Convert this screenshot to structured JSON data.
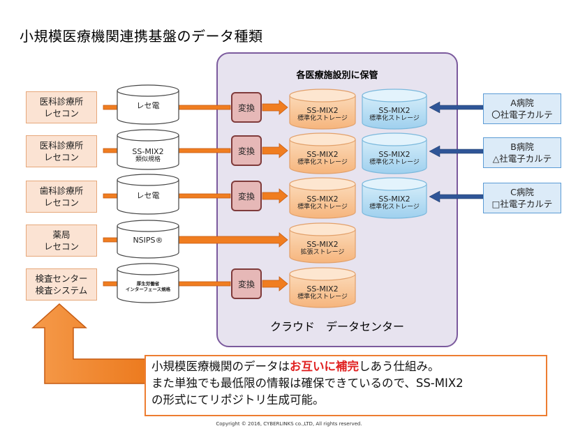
{
  "title": "小規模医療機関連携基盤のデータ種類",
  "cloud": {
    "header": "各医療施設別に保管",
    "footer": "クラウド　データセンター"
  },
  "sources": [
    {
      "line1": "医科診療所",
      "line2": "レセコン"
    },
    {
      "line1": "医科診療所",
      "line2": "レセコン"
    },
    {
      "line1": "歯科診療所",
      "line2": "レセコン"
    },
    {
      "line1": "薬局",
      "line2": "レセコン"
    },
    {
      "line1": "検査センター",
      "line2": "検査システム"
    }
  ],
  "formats": [
    {
      "line1": "レセ電",
      "line2": ""
    },
    {
      "line1": "SS-MIX2",
      "line2": "類似規格"
    },
    {
      "line1": "レセ電",
      "line2": ""
    },
    {
      "line1": "NSIPS®",
      "line2": ""
    },
    {
      "line1": "厚生労働省",
      "line2": "インターフェース規格"
    }
  ],
  "convert_label": "変換",
  "storages": [
    {
      "line1": "SS-MIX2",
      "line2": "標準化ストレージ"
    },
    {
      "line1": "SS-MIX2",
      "line2": "標準化ストレージ"
    },
    {
      "line1": "SS-MIX2",
      "line2": "標準化ストレージ"
    },
    {
      "line1": "SS-MIX2",
      "line2": "拡張ストレージ"
    },
    {
      "line1": "SS-MIX2",
      "line2": "標準化ストレージ"
    }
  ],
  "hospital_storages": [
    {
      "line1": "SS-MIX2",
      "line2": "標準化ストレージ"
    },
    {
      "line1": "SS-MIX2",
      "line2": "標準化ストレージ"
    },
    {
      "line1": "SS-MIX2",
      "line2": "標準化ストレージ"
    }
  ],
  "hospitals": [
    {
      "line1": "A病院",
      "line2": "〇社電子カルテ"
    },
    {
      "line1": "B病院",
      "line2": "△社電子カルテ"
    },
    {
      "line1": "C病院",
      "line2": "□社電子カルテ"
    }
  ],
  "note": {
    "part1": "小規模医療機関のデータは",
    "highlight": "お互いに補完",
    "part2": "しあう仕組み。",
    "line2": "また単独でも最低限の情報は確保できているので、SS-MIX2",
    "line3": "の形式にてリポジトリ生成可能。"
  },
  "copyright": "Copyright © 2016, CYBERLINKS co.,LTD, All rights reserved.",
  "colors": {
    "source_fill": "#fbe3d3",
    "cloud_fill": "#e7e3ef",
    "cloud_border": "#7b5a9d",
    "orange_cylinder": "#f8c79b",
    "blue_cylinder": "#b6ddf3",
    "convert_fill": "#e6b8b7",
    "hospital_fill": "#dcebf8",
    "arrow_orange": "#f07d20",
    "arrow_blue": "#2f5597",
    "highlight": "#e02020"
  }
}
